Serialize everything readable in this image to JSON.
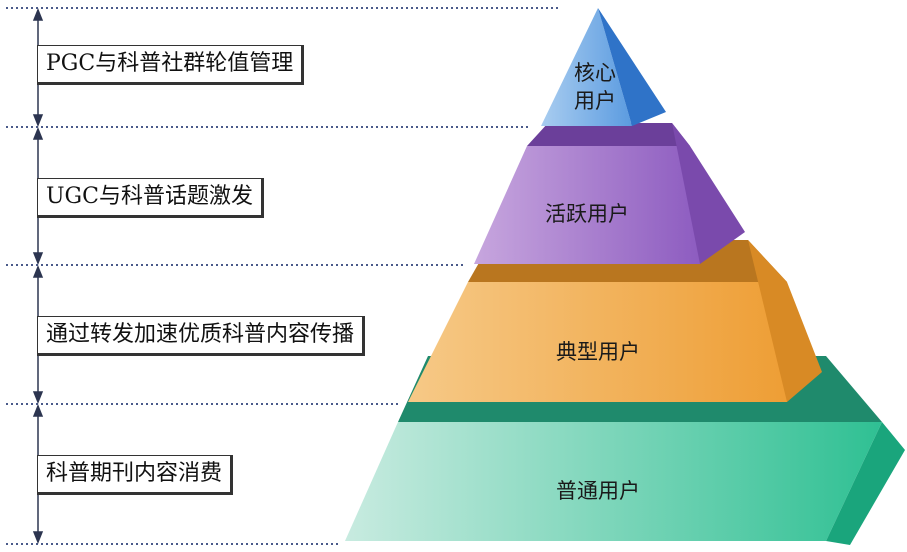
{
  "levels": [
    {
      "description": "PGC与科普社群轮值管理",
      "tier_lines": [
        "核心",
        "用户"
      ],
      "color": "#4a8fd4"
    },
    {
      "description": "UGC与科普话题激发",
      "tier_lines": [
        "活跃用户"
      ],
      "color": "#8a55b8"
    },
    {
      "description": "通过转发加速优质科普内容传播",
      "tier_lines": [
        "典型用户"
      ],
      "color": "#e8a23c"
    },
    {
      "description": "科普期刊内容消费",
      "tier_lines": [
        "普通用户"
      ],
      "color": "#2fbf98"
    }
  ]
}
